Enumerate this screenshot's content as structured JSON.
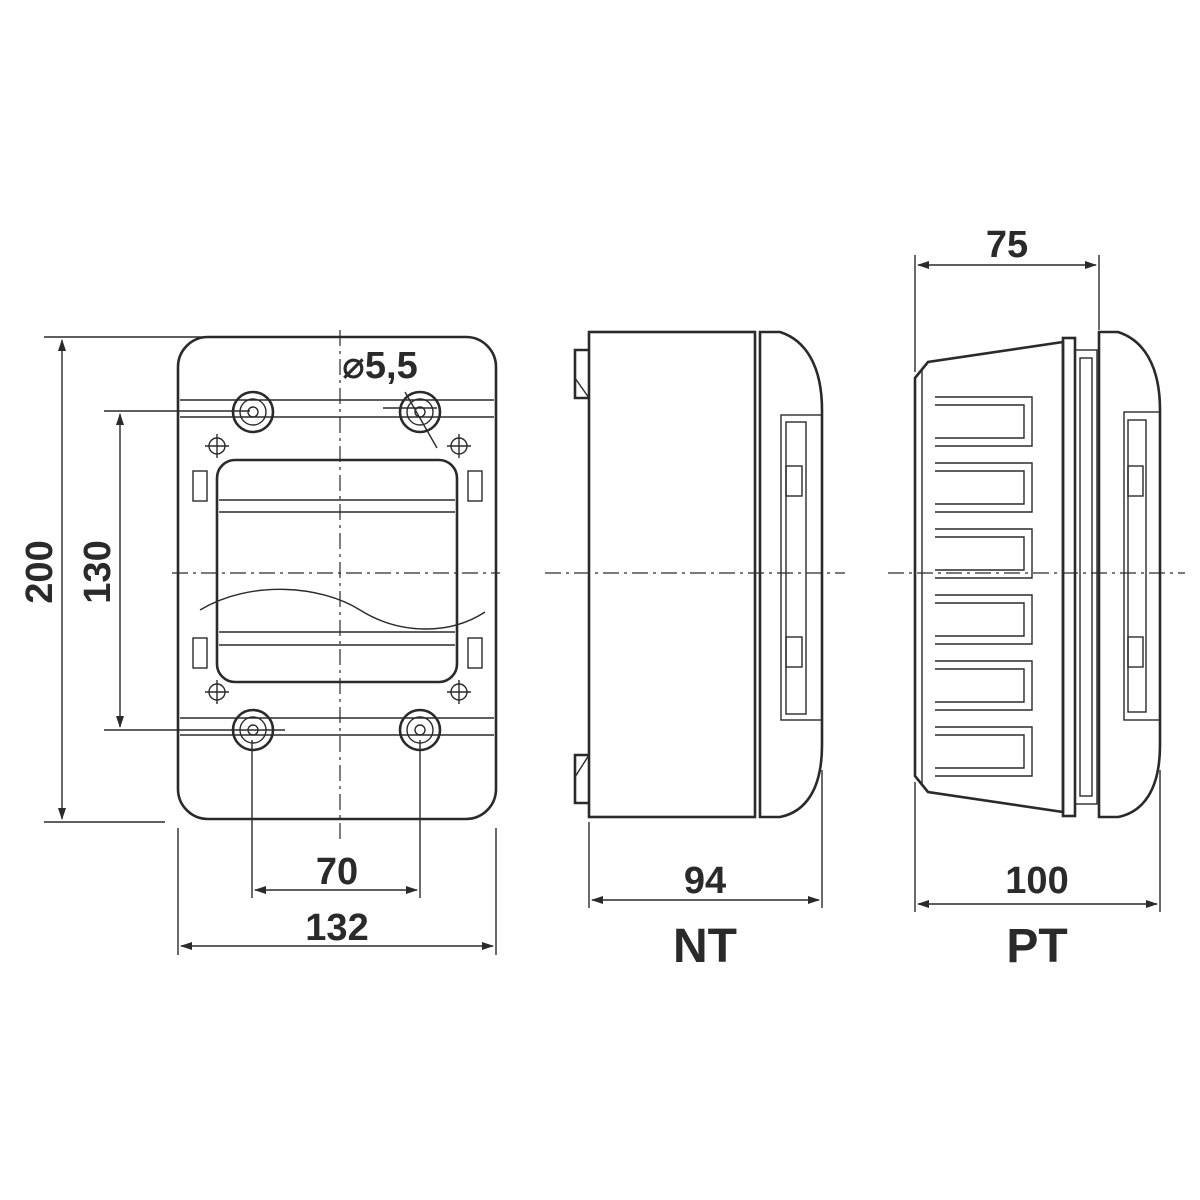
{
  "front_view": {
    "dim_height_overall": "200",
    "dim_height_mounting": "130",
    "dim_width_mounting": "70",
    "dim_width_overall": "132",
    "dim_hole_diameter": "⌀5,5"
  },
  "side_view_nt": {
    "dim_depth": "94",
    "label": "NT"
  },
  "side_view_pt": {
    "dim_depth_top": "75",
    "dim_depth": "100",
    "label": "PT"
  },
  "colors": {
    "line": "#2a2a2a",
    "background": "#ffffff"
  }
}
